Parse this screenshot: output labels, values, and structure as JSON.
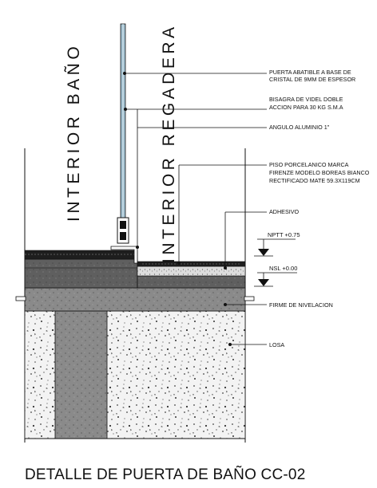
{
  "title": "DETALLE DE PUERTA DE BAÑO CC-02",
  "zones": {
    "left": "INTERIOR BAÑO",
    "right": "INTERIOR REGADERA"
  },
  "callouts": [
    {
      "lines": [
        "PUERTA ABATIBLE A BASE DE",
        "CRISTAL DE 9MM DE ESPESOR"
      ]
    },
    {
      "lines": [
        "BISAGRA DE VIDEL DOBLE",
        "ACCION PARA 30 KG S.M.A"
      ]
    },
    {
      "lines": [
        "ANGULO ALUMINIO 1\""
      ]
    },
    {
      "lines": [
        "PISO PORCELANICO MARCA",
        "FIRENZE MODELO BOREAS BIANCO",
        "RECTIFICADO MATE 59.3X119CM"
      ]
    },
    {
      "lines": [
        "ADHESIVO"
      ]
    },
    {
      "lines": [
        "FIRME DE NIVELACION"
      ]
    },
    {
      "lines": [
        "LOSA"
      ]
    }
  ],
  "levels": {
    "nptt": "NPTT +0.75",
    "nsl": "NSL +0.00"
  },
  "colors": {
    "line": "#111111",
    "glass": "#9fbfcf",
    "screed": "#8a8a8a",
    "mortar": "#666666",
    "tile": "#1e1e1e",
    "concrete": "#f1f1f1"
  }
}
